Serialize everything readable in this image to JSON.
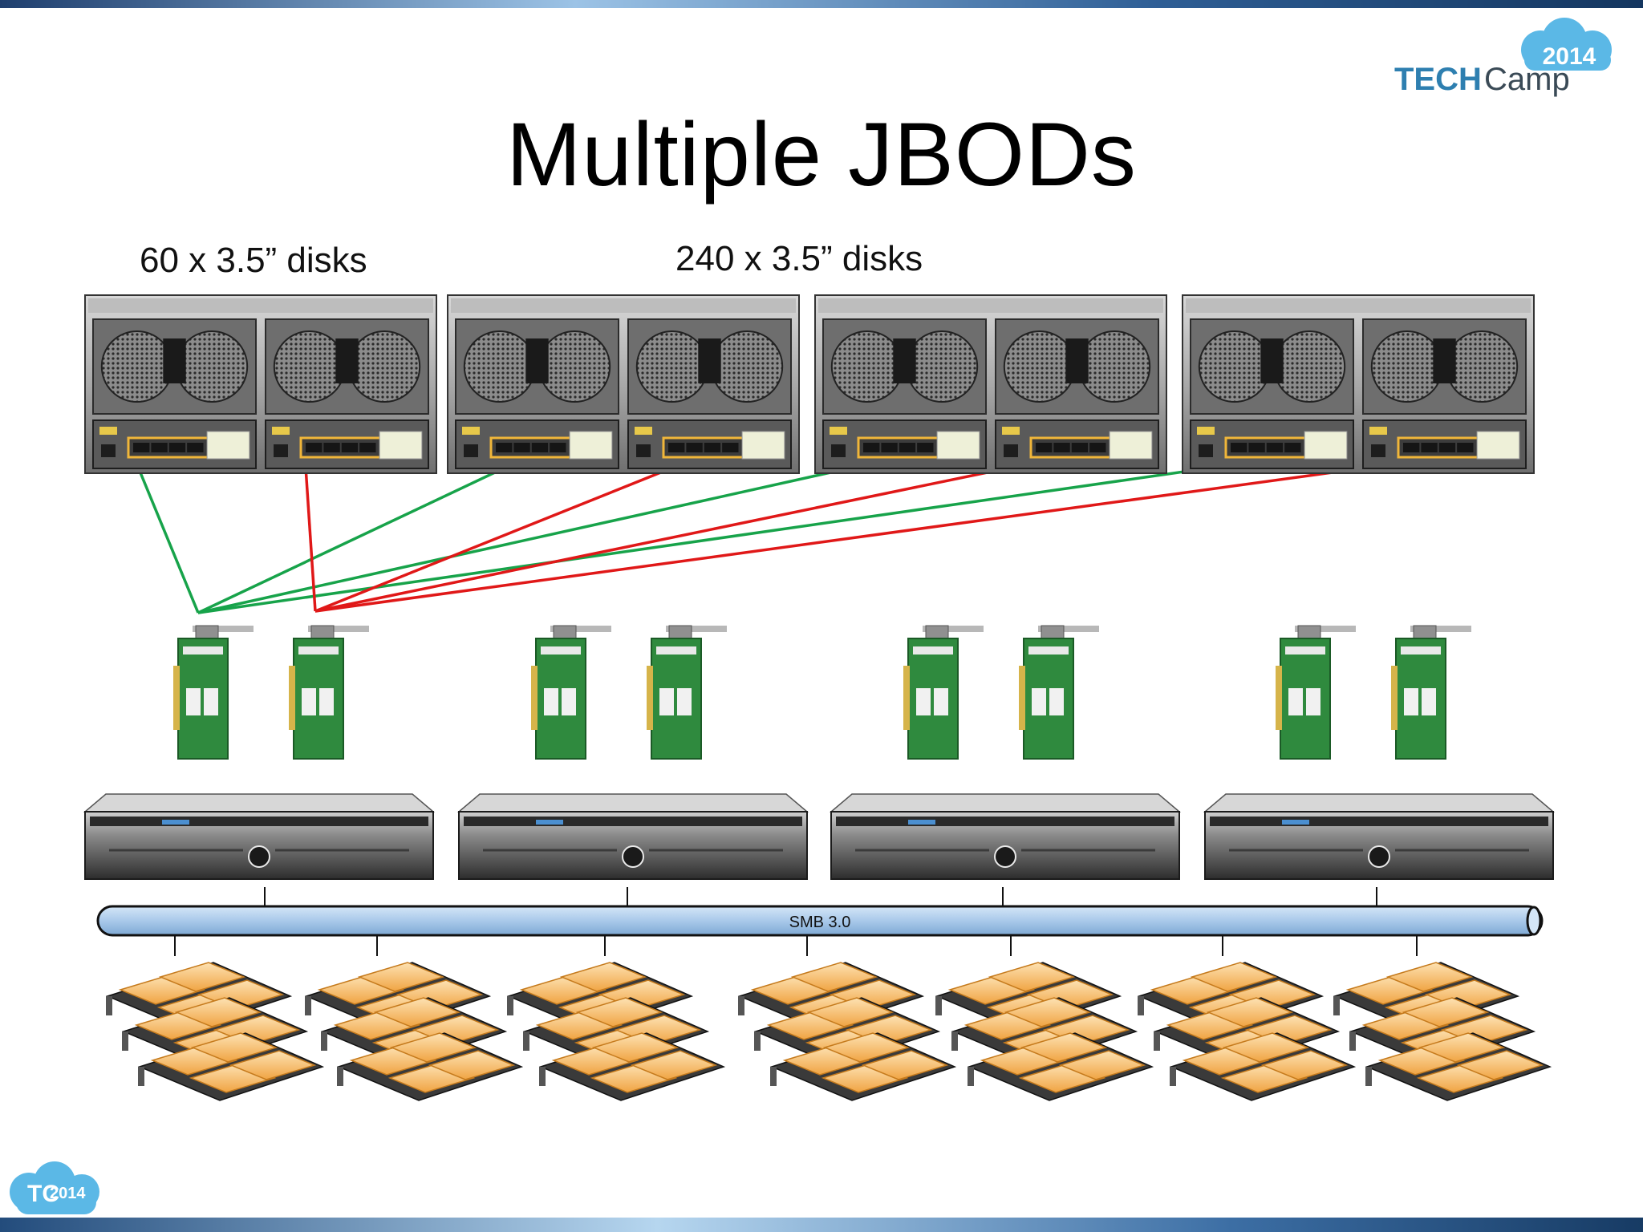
{
  "slide": {
    "title": "Multiple JBODs",
    "label_single": "60 x 3.5” disks",
    "label_total": "240 x 3.5” disks",
    "bus_label": "SMB 3.0"
  },
  "logo_top": {
    "year": "2014",
    "tech": "TECH",
    "camp": "Camp"
  },
  "logo_bottom": {
    "mark": "TC",
    "year": "2014"
  },
  "colors": {
    "green_link": "#17a34a",
    "red_link": "#e01818",
    "bus_fill": "#a9c9ea",
    "cloud": "#5bb8e6",
    "logo_blue": "#2e7fb0",
    "cluster_orange": "#f3b35c"
  },
  "counts": {
    "jbods": 4,
    "servers": 4,
    "hba_per_server": 2,
    "client_clusters": 7
  }
}
